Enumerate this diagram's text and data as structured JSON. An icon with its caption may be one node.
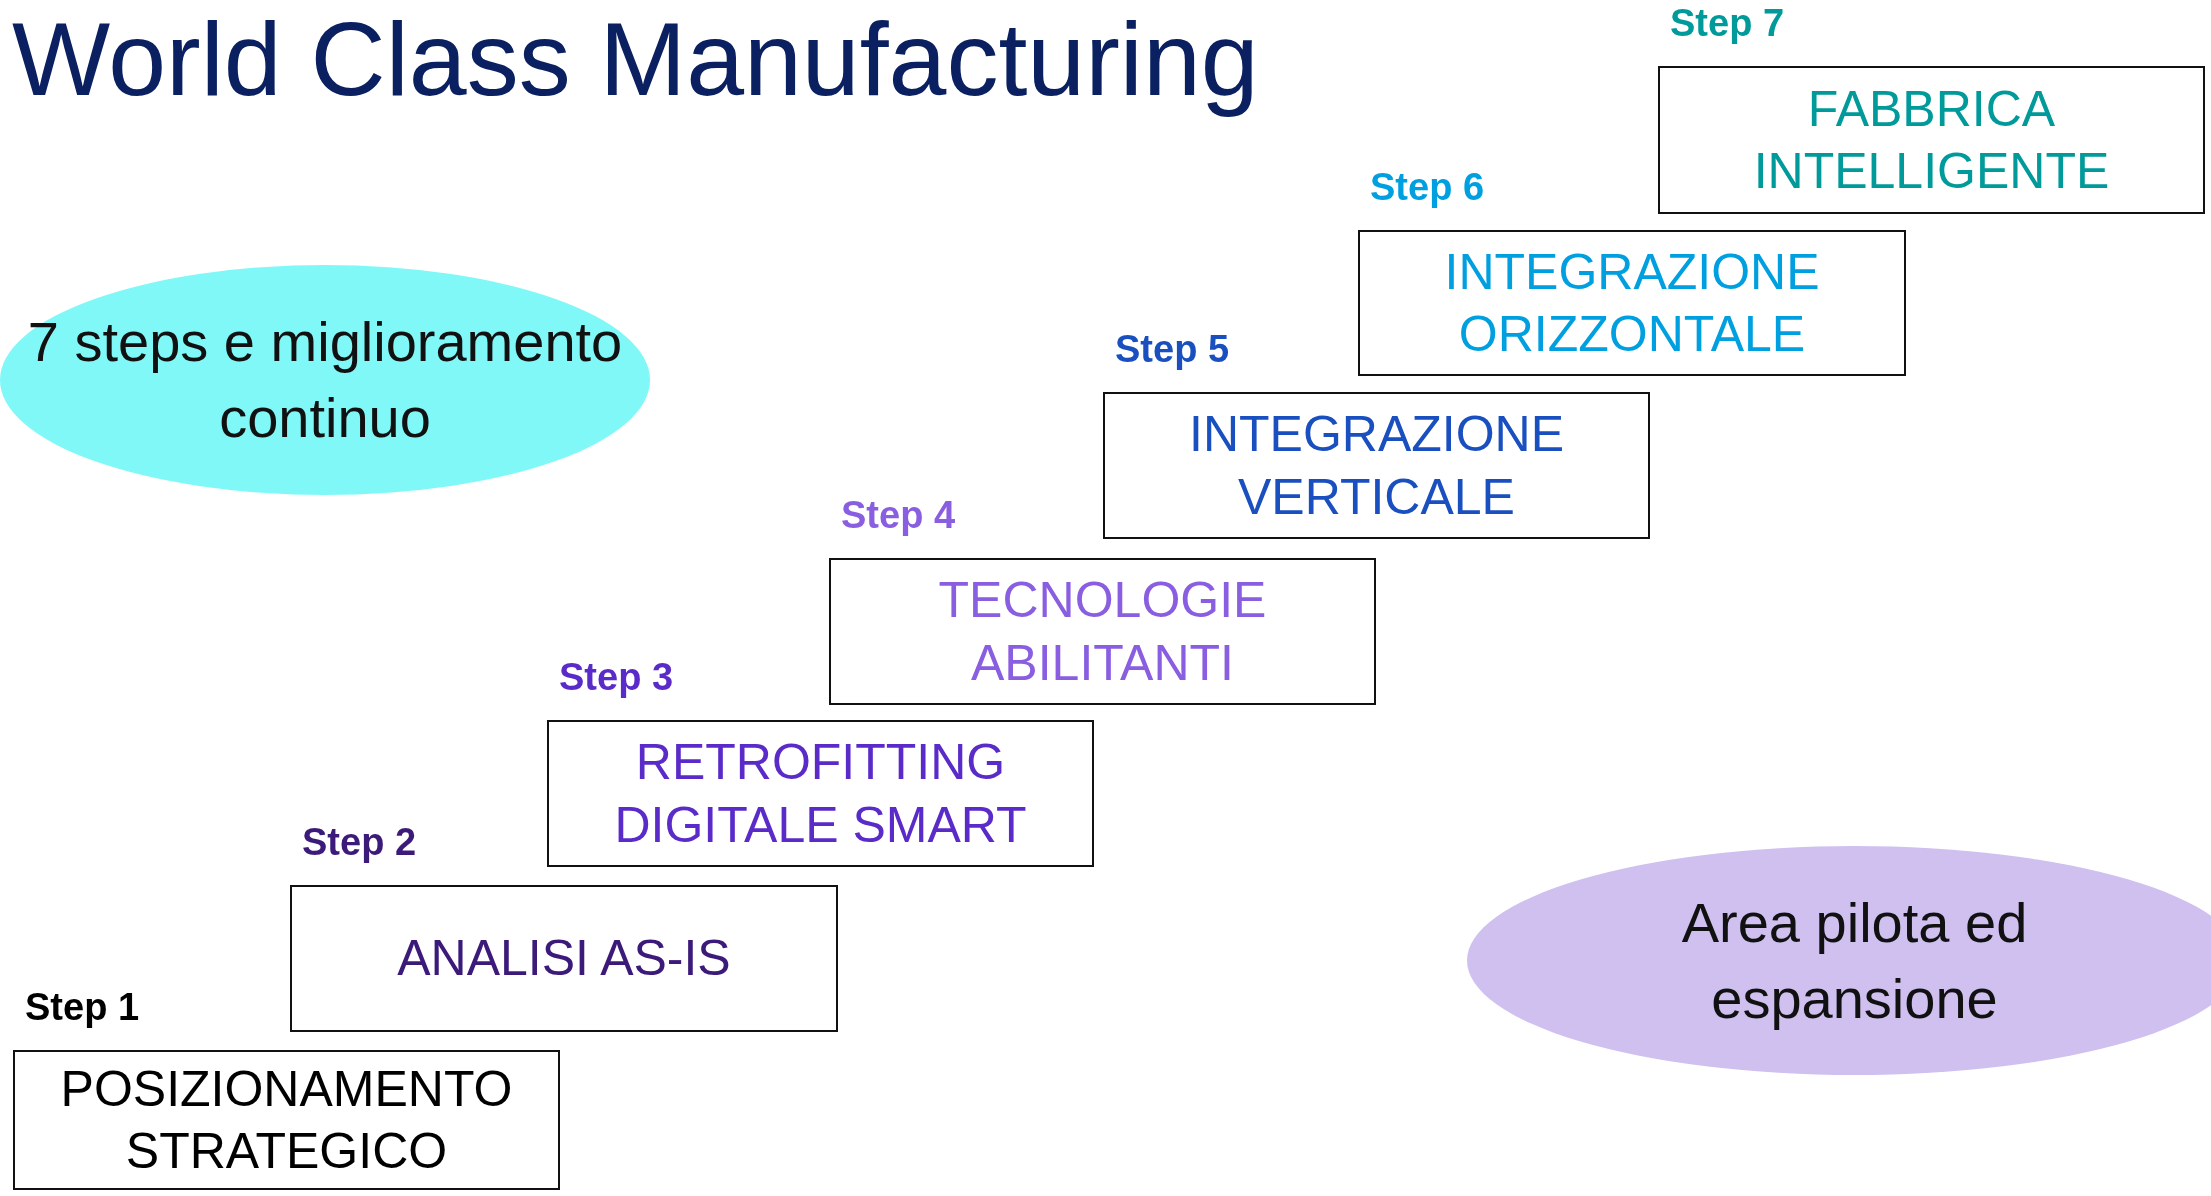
{
  "diagram": {
    "title": "World Class Manufacturing",
    "nodes": [
      {
        "text": [
          "7 steps e miglioramento continuo"
        ]
      },
      {
        "text": [
          "Step 1",
          "POSIZIONAMENTO STRATEGICO"
        ]
      },
      {
        "text": [
          "Step 2",
          "ANALISI AS-IS"
        ]
      },
      {
        "text": [
          "Step 3",
          "RETROFITTING DIGITALE SMART"
        ]
      },
      {
        "text": [
          "Step 4",
          "TECNOLOGIE ABILITANTI"
        ]
      },
      {
        "text": [
          "Step 5",
          "INTEGRAZIONE VERTICALE"
        ]
      },
      {
        "text": [
          "Step 6",
          "INTEGRAZIONE ORIZZONTALE"
        ]
      },
      {
        "text": [
          "Step 7",
          "FABBRICA INTELLIGENTE"
        ]
      },
      {
        "text": [
          "Area pilota ed espansione"
        ]
      }
    ],
    "edges": []
  }
}
